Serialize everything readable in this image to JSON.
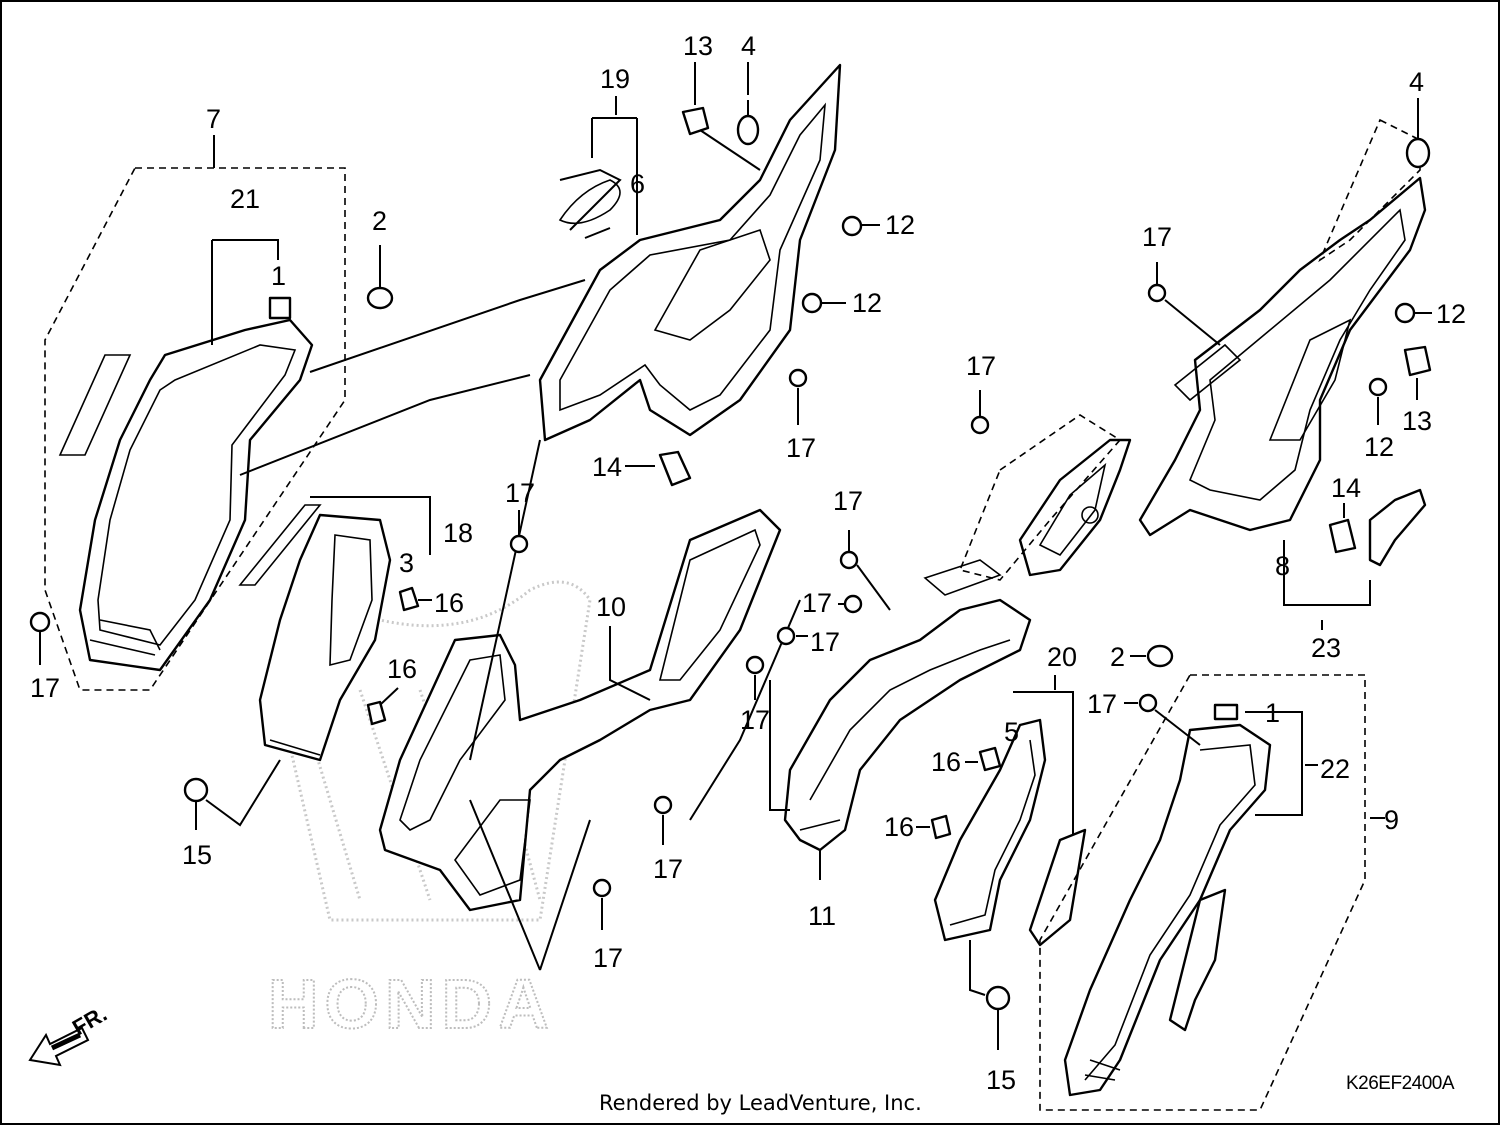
{
  "footer": {
    "rendered_by": "Rendered by LeadVenture, Inc."
  },
  "diagram_code": "K26EF2400A",
  "watermark": {
    "text": "HONDA"
  },
  "direction_label": "FR.",
  "callouts": [
    {
      "id": "c7",
      "label": "7"
    },
    {
      "id": "c21",
      "label": "21"
    },
    {
      "id": "c1a",
      "label": "1"
    },
    {
      "id": "c2a",
      "label": "2"
    },
    {
      "id": "c17a",
      "label": "17"
    },
    {
      "id": "c19",
      "label": "19"
    },
    {
      "id": "c6",
      "label": "6"
    },
    {
      "id": "c13a",
      "label": "13"
    },
    {
      "id": "c4a",
      "label": "4"
    },
    {
      "id": "c12a",
      "label": "12"
    },
    {
      "id": "c12b",
      "label": "12"
    },
    {
      "id": "c17b",
      "label": "17"
    },
    {
      "id": "c14a",
      "label": "14"
    },
    {
      "id": "c18",
      "label": "18"
    },
    {
      "id": "c3",
      "label": "3"
    },
    {
      "id": "c16a",
      "label": "16"
    },
    {
      "id": "c16b",
      "label": "16"
    },
    {
      "id": "c15a",
      "label": "15"
    },
    {
      "id": "c17c",
      "label": "17"
    },
    {
      "id": "c10",
      "label": "10"
    },
    {
      "id": "c17d",
      "label": "17"
    },
    {
      "id": "c17e",
      "label": "17"
    },
    {
      "id": "c17f",
      "label": "17"
    },
    {
      "id": "c17g",
      "label": "17"
    },
    {
      "id": "c17h",
      "label": "17"
    },
    {
      "id": "c17i",
      "label": "17"
    },
    {
      "id": "c17j",
      "label": "17"
    },
    {
      "id": "c11",
      "label": "11"
    },
    {
      "id": "c20",
      "label": "20"
    },
    {
      "id": "c5",
      "label": "5"
    },
    {
      "id": "c16c",
      "label": "16"
    },
    {
      "id": "c16d",
      "label": "16"
    },
    {
      "id": "c15b",
      "label": "15"
    },
    {
      "id": "c2b",
      "label": "2"
    },
    {
      "id": "c1b",
      "label": "1"
    },
    {
      "id": "c17k",
      "label": "17"
    },
    {
      "id": "c22",
      "label": "22"
    },
    {
      "id": "c9",
      "label": "9"
    },
    {
      "id": "c4b",
      "label": "4"
    },
    {
      "id": "c17l",
      "label": "17"
    },
    {
      "id": "c12c",
      "label": "12"
    },
    {
      "id": "c13b",
      "label": "13"
    },
    {
      "id": "c12d",
      "label": "12"
    },
    {
      "id": "c14b",
      "label": "14"
    },
    {
      "id": "c8",
      "label": "8"
    },
    {
      "id": "c23",
      "label": "23"
    }
  ]
}
